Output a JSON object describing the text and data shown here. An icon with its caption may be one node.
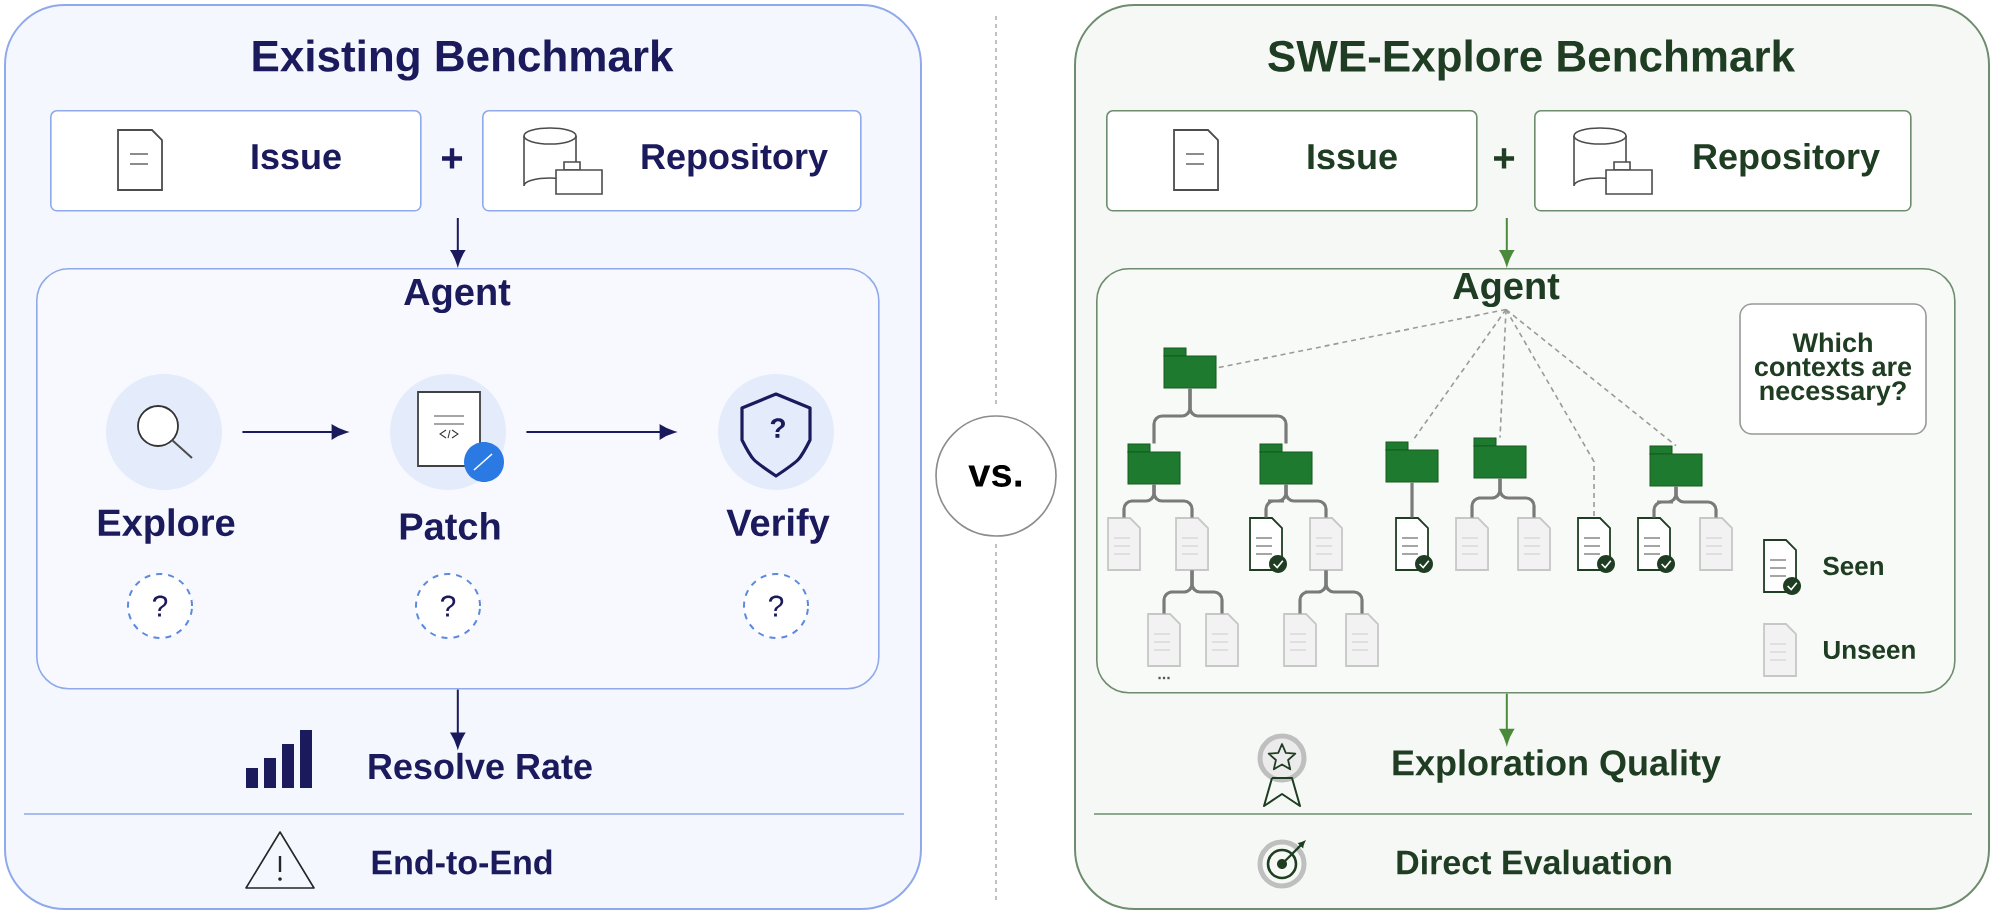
{
  "diagram": {
    "nodes": [
      {
        "text": [
          "Existing Benchmark"
        ]
      },
      {
        "text": [
          "Issue"
        ],
        "in": 0
      },
      {
        "text": [
          "Repository"
        ],
        "in": 0
      },
      {
        "text": [
          "Agent"
        ],
        "in": 0
      },
      {
        "text": [
          "Explore"
        ],
        "in": 3
      },
      {
        "text": [
          "Patch"
        ],
        "in": 3
      },
      {
        "text": [
          "Verify"
        ],
        "in": 3
      },
      {
        "text": [
          "?"
        ],
        "in": 3
      },
      {
        "text": [
          "?"
        ],
        "in": 3
      },
      {
        "text": [
          "?"
        ],
        "in": 3
      },
      {
        "text": [
          "Resolve Rate"
        ],
        "in": 0
      },
      {
        "text": [
          "vs."
        ]
      },
      {
        "text": [
          "SWE-Explore Benchmark"
        ]
      },
      {
        "text": [
          "Issue"
        ],
        "in": 12
      },
      {
        "text": [
          "Repository"
        ],
        "in": 12
      },
      {
        "text": [
          "Agent"
        ],
        "in": 12
      },
      {
        "text": [
          "Which contexts are necessary?"
        ],
        "in": 15
      },
      {
        "text": [],
        "shape": "folder",
        "in": 15
      },
      {
        "text": [],
        "shape": "folder",
        "in": 15
      },
      {
        "text": [],
        "shape": "folder",
        "in": 15
      },
      {
        "text": [],
        "shape": "folder",
        "in": 15
      },
      {
        "text": [],
        "shape": "folder",
        "in": 15
      },
      {
        "text": [],
        "shape": "folder",
        "in": 15
      },
      {
        "text": [],
        "shape": "document",
        "in": 15
      },
      {
        "text": [],
        "shape": "document",
        "in": 15
      },
      {
        "text": [],
        "shape": "document",
        "in": 15
      },
      {
        "text": [],
        "shape": "document",
        "in": 15
      },
      {
        "text": [],
        "shape": "document",
        "in": 15
      },
      {
        "text": [],
        "shape": "document",
        "in": 15
      },
      {
        "text": [],
        "shape": "document",
        "in": 15
      },
      {
        "text": [],
        "shape": "document",
        "in": 15
      },
      {
        "text": [],
        "shape": "document",
        "in": 15
      },
      {
        "text": [],
        "shape": "document",
        "in": 15
      },
      {
        "text": [],
        "shape": "document",
        "in": 15
      },
      {
        "text": [],
        "shape": "document",
        "in": 15
      },
      {
        "text": [],
        "shape": "document",
        "in": 15
      },
      {
        "text": [],
        "shape": "document",
        "in": 15
      },
      {
        "text": [
          "Exploration Quality"
        ],
        "in": 12
      }
    ],
    "edges": [
      {
        "from": null,
        "to": 3,
        "arrow": "to",
        "color": "#1b1a5c"
      },
      {
        "from": 4,
        "to": 5,
        "arrow": "to",
        "color": "#1b1a5c"
      },
      {
        "from": 5,
        "to": 6,
        "arrow": "to",
        "color": "#1b1a5c"
      },
      {
        "from": 3,
        "to": 10,
        "arrow": "to",
        "color": "#1b1a5c"
      },
      {
        "from": null,
        "to": 15,
        "arrow": "to",
        "color": "#4a8a3a"
      },
      {
        "from": 15,
        "to": 17,
        "arrow": "none",
        "style": "dashed",
        "color": "#9a9a9a"
      },
      {
        "from": 15,
        "to": 20,
        "arrow": "none",
        "style": "dashed",
        "color": "#9a9a9a"
      },
      {
        "from": 15,
        "to": 21,
        "arrow": "none",
        "style": "dashed",
        "color": "#9a9a9a"
      },
      {
        "from": 15,
        "to": 30,
        "arrow": "none",
        "style": "dashed",
        "color": "#9a9a9a"
      },
      {
        "from": 15,
        "to": 22,
        "arrow": "none",
        "style": "dashed",
        "color": "#9a9a9a"
      },
      {
        "from": 17,
        "to": 18,
        "arrow": "none"
      },
      {
        "from": 17,
        "to": 19,
        "arrow": "none"
      },
      {
        "from": 18,
        "to": 23,
        "arrow": "none"
      },
      {
        "from": 18,
        "to": 24,
        "arrow": "none"
      },
      {
        "from": 19,
        "to": 25,
        "arrow": "none"
      },
      {
        "from": 19,
        "to": 26,
        "arrow": "none"
      },
      {
        "from": 20,
        "to": 27,
        "arrow": "none"
      },
      {
        "from": 21,
        "to": 28,
        "arrow": "none"
      },
      {
        "from": 21,
        "to": 29,
        "arrow": "none"
      },
      {
        "from": 22,
        "to": 31,
        "arrow": "none"
      },
      {
        "from": 22,
        "to": 32,
        "arrow": "none"
      },
      {
        "from": 24,
        "to": 33,
        "arrow": "none"
      },
      {
        "from": 24,
        "to": 34,
        "arrow": "none"
      },
      {
        "from": 26,
        "to": 35,
        "arrow": "none"
      },
      {
        "from": 26,
        "to": 36,
        "arrow": "none"
      },
      {
        "from": 15,
        "to": 37,
        "arrow": "to",
        "color": "#4a8a3a"
      }
    ],
    "labels": [
      "+",
      "+",
      "?",
      "...",
      "End-to-End",
      "Direct Evaluation"
    ],
    "legend": [
      {
        "text": "Seen"
      },
      {
        "text": "Unseen"
      }
    ]
  }
}
